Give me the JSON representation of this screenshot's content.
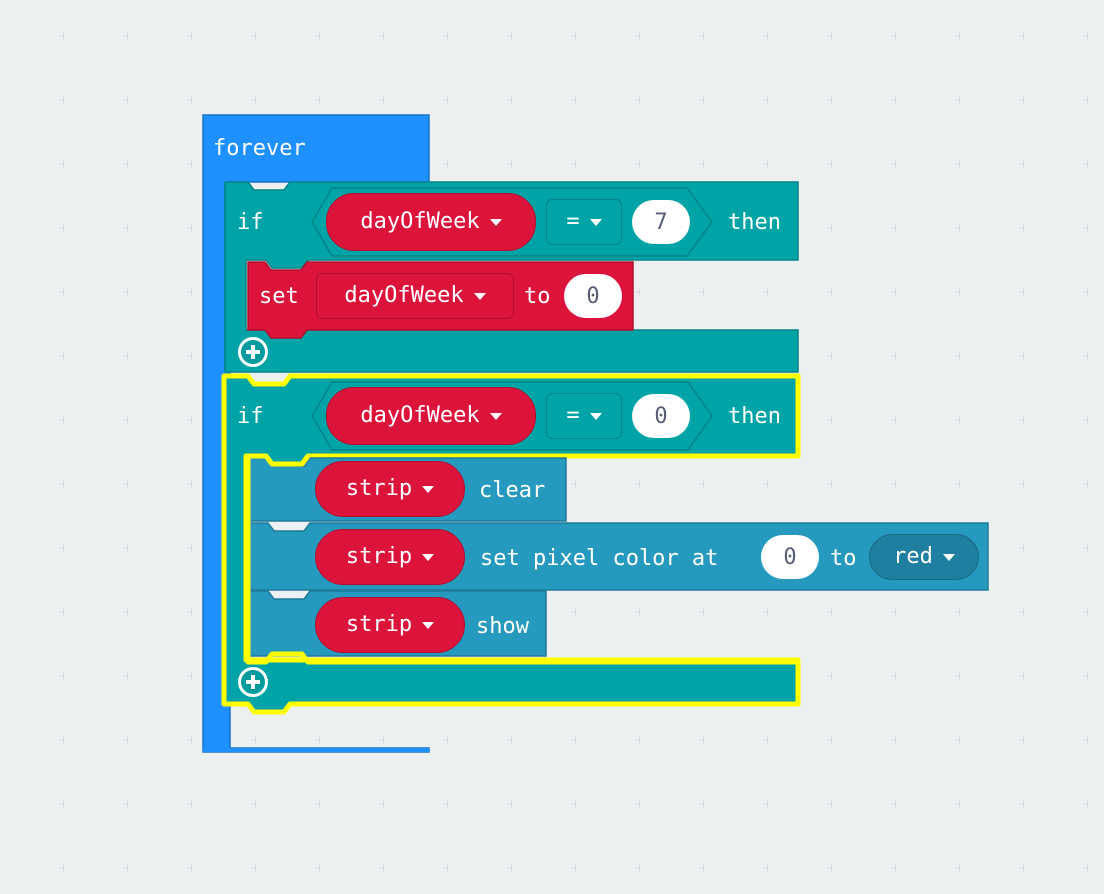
{
  "workspace": {
    "forever_label": "forever",
    "if1": {
      "if_label": "if",
      "variable": "dayOfWeek",
      "operator": "=",
      "value": "7",
      "then_label": "then"
    },
    "set_block": {
      "set_label": "set",
      "variable": "dayOfWeek",
      "to_label": "to",
      "value": "0"
    },
    "if2": {
      "if_label": "if",
      "variable": "dayOfWeek",
      "operator": "=",
      "value": "0",
      "then_label": "then"
    },
    "strip_clear": {
      "target": "strip",
      "action": "clear"
    },
    "strip_pixel": {
      "target": "strip",
      "action": "set pixel color at",
      "index": "0",
      "to_label": "to",
      "color": "red"
    },
    "strip_show": {
      "target": "strip",
      "action": "show"
    }
  },
  "colors": {
    "loops": "#1e90ff",
    "logic": "#00a4a6",
    "variables": "#dc143c",
    "neopixel": "#2699bf",
    "highlight": "#ffff00",
    "background": "#ecf0f1"
  }
}
